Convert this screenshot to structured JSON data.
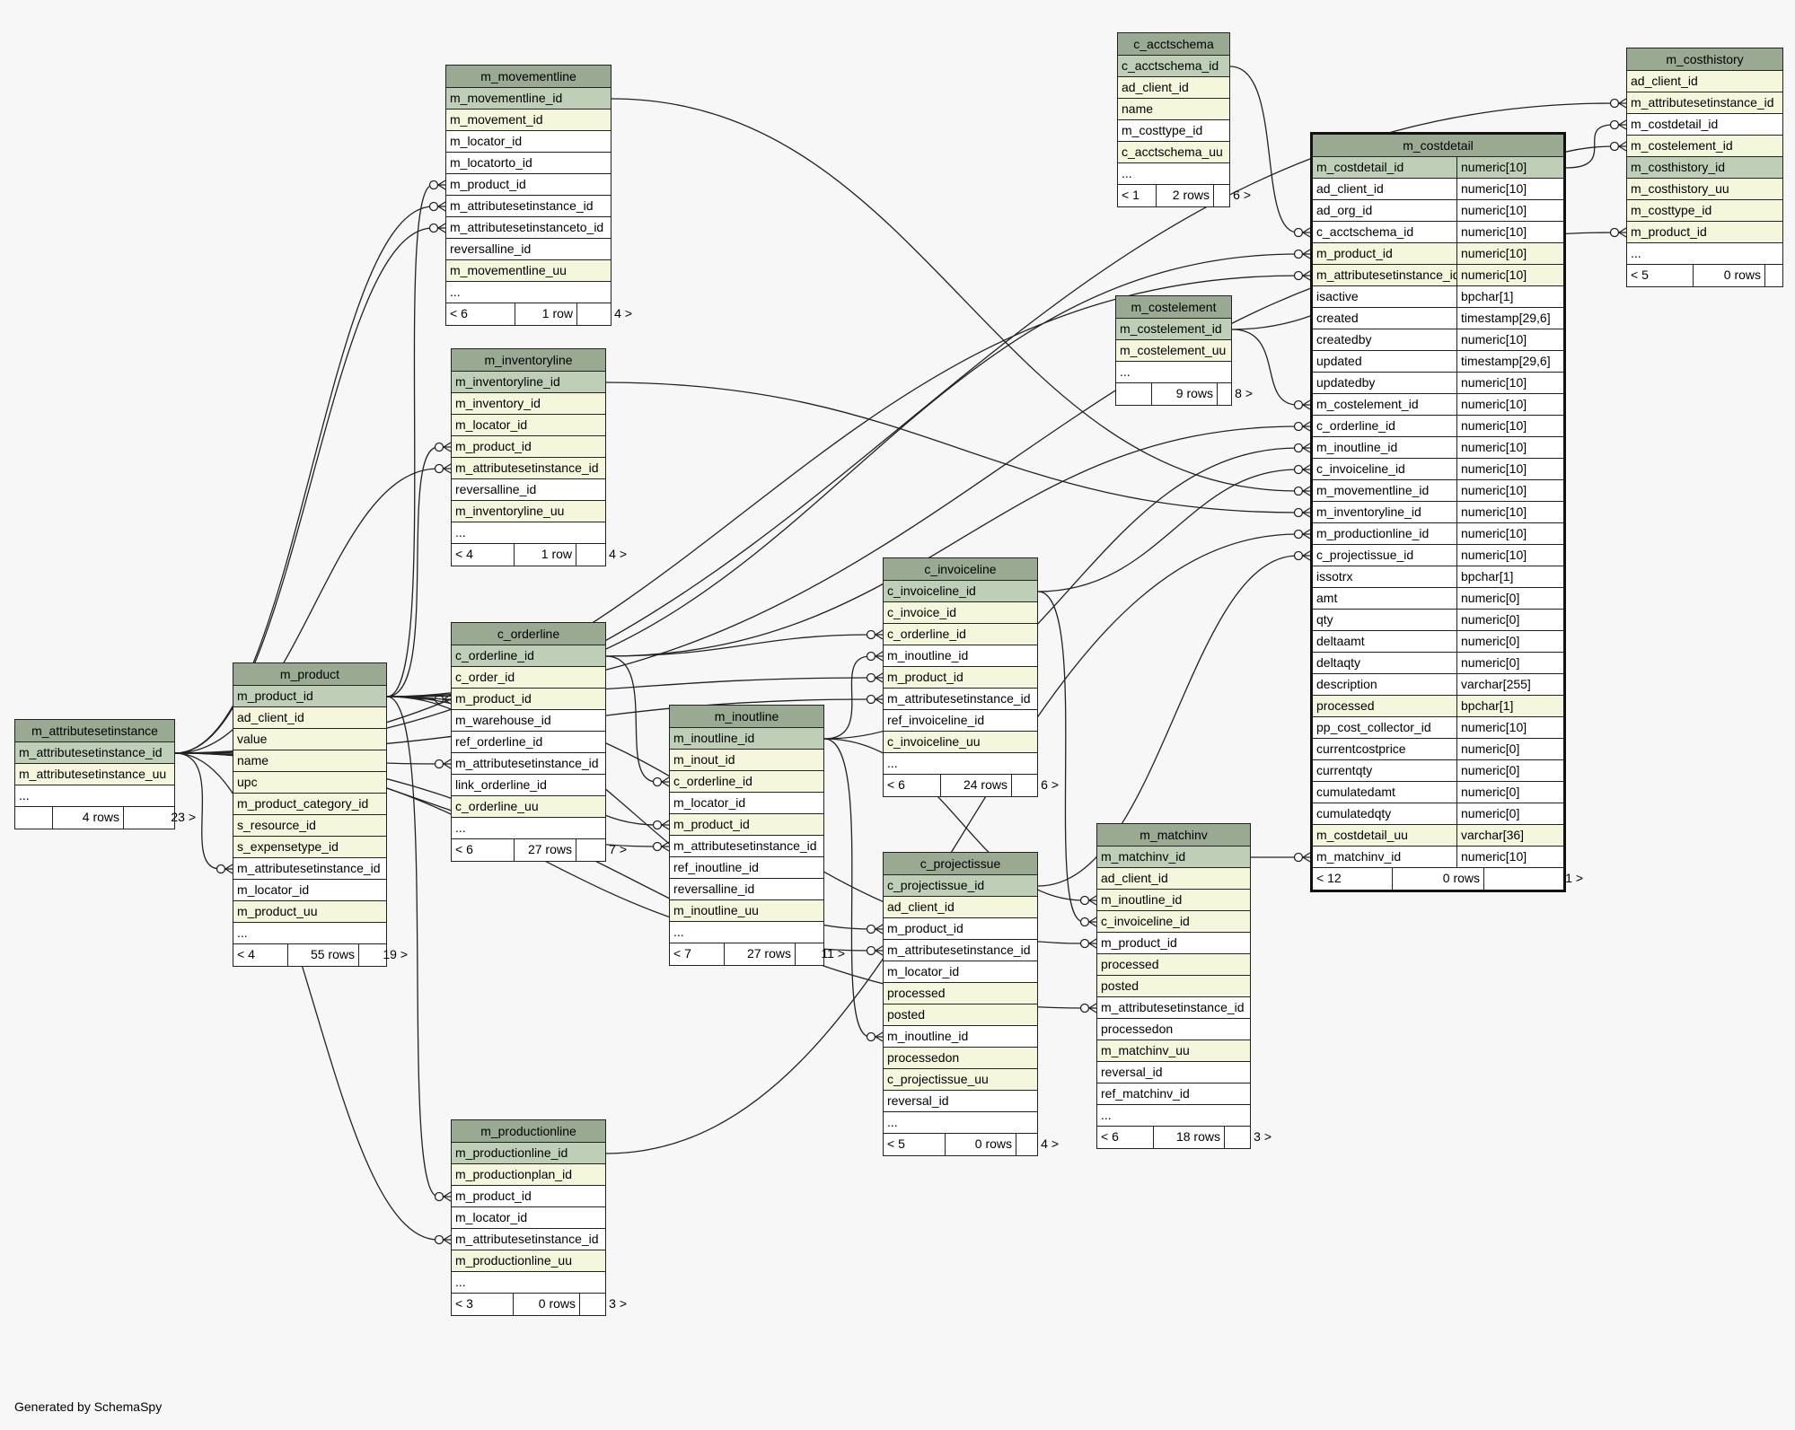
{
  "credit": "Generated by SchemaSpy",
  "tables": [
    {
      "id": "m_attributesetinstance",
      "title": "m_attributesetinstance",
      "rows": [
        {
          "name": "m_attributesetinstance_id",
          "kind": "pk"
        },
        {
          "name": "m_attributesetinstance_uu",
          "kind": "fk"
        },
        {
          "name": "...",
          "kind": "more"
        }
      ],
      "footer": [
        "",
        "4 rows",
        "23 >"
      ]
    },
    {
      "id": "m_product",
      "title": "m_product",
      "rows": [
        {
          "name": "m_product_id",
          "kind": "pk"
        },
        {
          "name": "ad_client_id",
          "kind": "fk"
        },
        {
          "name": "value",
          "kind": "fk"
        },
        {
          "name": "name",
          "kind": "fk"
        },
        {
          "name": "upc",
          "kind": "fk"
        },
        {
          "name": "m_product_category_id",
          "kind": "fk"
        },
        {
          "name": "s_resource_id",
          "kind": "fk"
        },
        {
          "name": "s_expensetype_id",
          "kind": "fk"
        },
        {
          "name": "m_attributesetinstance_id",
          "kind": "pl"
        },
        {
          "name": "m_locator_id",
          "kind": "pl"
        },
        {
          "name": "m_product_uu",
          "kind": "fk"
        },
        {
          "name": "...",
          "kind": "more"
        }
      ],
      "footer": [
        "< 4",
        "55 rows",
        "19 >"
      ]
    },
    {
      "id": "m_movementline",
      "title": "m_movementline",
      "rows": [
        {
          "name": "m_movementline_id",
          "kind": "pk"
        },
        {
          "name": "m_movement_id",
          "kind": "fk"
        },
        {
          "name": "m_locator_id",
          "kind": "pl"
        },
        {
          "name": "m_locatorto_id",
          "kind": "pl"
        },
        {
          "name": "m_product_id",
          "kind": "pl"
        },
        {
          "name": "m_attributesetinstance_id",
          "kind": "pl"
        },
        {
          "name": "m_attributesetinstanceto_id",
          "kind": "pl"
        },
        {
          "name": "reversalline_id",
          "kind": "pl"
        },
        {
          "name": "m_movementline_uu",
          "kind": "fk"
        },
        {
          "name": "...",
          "kind": "more"
        }
      ],
      "footer": [
        "< 6",
        "1 row",
        "4 >"
      ]
    },
    {
      "id": "m_inventoryline",
      "title": "m_inventoryline",
      "rows": [
        {
          "name": "m_inventoryline_id",
          "kind": "pk"
        },
        {
          "name": "m_inventory_id",
          "kind": "fk"
        },
        {
          "name": "m_locator_id",
          "kind": "fk"
        },
        {
          "name": "m_product_id",
          "kind": "fk"
        },
        {
          "name": "m_attributesetinstance_id",
          "kind": "fk"
        },
        {
          "name": "reversalline_id",
          "kind": "pl"
        },
        {
          "name": "m_inventoryline_uu",
          "kind": "fk"
        },
        {
          "name": "...",
          "kind": "more"
        }
      ],
      "footer": [
        "< 4",
        "1 row",
        "4 >"
      ]
    },
    {
      "id": "c_orderline",
      "title": "c_orderline",
      "rows": [
        {
          "name": "c_orderline_id",
          "kind": "pk"
        },
        {
          "name": "c_order_id",
          "kind": "fk"
        },
        {
          "name": "m_product_id",
          "kind": "fk"
        },
        {
          "name": "m_warehouse_id",
          "kind": "pl"
        },
        {
          "name": "ref_orderline_id",
          "kind": "pl"
        },
        {
          "name": "m_attributesetinstance_id",
          "kind": "pl"
        },
        {
          "name": "link_orderline_id",
          "kind": "pl"
        },
        {
          "name": "c_orderline_uu",
          "kind": "fk"
        },
        {
          "name": "...",
          "kind": "more"
        }
      ],
      "footer": [
        "< 6",
        "27 rows",
        "7 >"
      ]
    },
    {
      "id": "m_productionline",
      "title": "m_productionline",
      "rows": [
        {
          "name": "m_productionline_id",
          "kind": "pk"
        },
        {
          "name": "m_productionplan_id",
          "kind": "fk"
        },
        {
          "name": "m_product_id",
          "kind": "pl"
        },
        {
          "name": "m_locator_id",
          "kind": "pl"
        },
        {
          "name": "m_attributesetinstance_id",
          "kind": "pl"
        },
        {
          "name": "m_productionline_uu",
          "kind": "fk"
        },
        {
          "name": "...",
          "kind": "more"
        }
      ],
      "footer": [
        "< 3",
        "0 rows",
        "3 >"
      ]
    },
    {
      "id": "m_inoutline",
      "title": "m_inoutline",
      "rows": [
        {
          "name": "m_inoutline_id",
          "kind": "pk"
        },
        {
          "name": "m_inout_id",
          "kind": "fk"
        },
        {
          "name": "c_orderline_id",
          "kind": "fk"
        },
        {
          "name": "m_locator_id",
          "kind": "pl"
        },
        {
          "name": "m_product_id",
          "kind": "fk"
        },
        {
          "name": "m_attributesetinstance_id",
          "kind": "pl"
        },
        {
          "name": "ref_inoutline_id",
          "kind": "pl"
        },
        {
          "name": "reversalline_id",
          "kind": "pl"
        },
        {
          "name": "m_inoutline_uu",
          "kind": "fk"
        },
        {
          "name": "...",
          "kind": "more"
        }
      ],
      "footer": [
        "< 7",
        "27 rows",
        "11 >"
      ]
    },
    {
      "id": "c_invoiceline",
      "title": "c_invoiceline",
      "rows": [
        {
          "name": "c_invoiceline_id",
          "kind": "pk"
        },
        {
          "name": "c_invoice_id",
          "kind": "fk"
        },
        {
          "name": "c_orderline_id",
          "kind": "fk"
        },
        {
          "name": "m_inoutline_id",
          "kind": "pl"
        },
        {
          "name": "m_product_id",
          "kind": "fk"
        },
        {
          "name": "m_attributesetinstance_id",
          "kind": "pl"
        },
        {
          "name": "ref_invoiceline_id",
          "kind": "pl"
        },
        {
          "name": "c_invoiceline_uu",
          "kind": "fk"
        },
        {
          "name": "...",
          "kind": "more"
        }
      ],
      "footer": [
        "< 6",
        "24 rows",
        "6 >"
      ]
    },
    {
      "id": "c_projectissue",
      "title": "c_projectissue",
      "rows": [
        {
          "name": "c_projectissue_id",
          "kind": "pk"
        },
        {
          "name": "ad_client_id",
          "kind": "fk"
        },
        {
          "name": "m_product_id",
          "kind": "pl"
        },
        {
          "name": "m_attributesetinstance_id",
          "kind": "pl"
        },
        {
          "name": "m_locator_id",
          "kind": "pl"
        },
        {
          "name": "processed",
          "kind": "fk"
        },
        {
          "name": "posted",
          "kind": "fk"
        },
        {
          "name": "m_inoutline_id",
          "kind": "pl"
        },
        {
          "name": "processedon",
          "kind": "fk"
        },
        {
          "name": "c_projectissue_uu",
          "kind": "fk"
        },
        {
          "name": "reversal_id",
          "kind": "pl"
        },
        {
          "name": "...",
          "kind": "more"
        }
      ],
      "footer": [
        "< 5",
        "0 rows",
        "4 >"
      ]
    },
    {
      "id": "c_acctschema",
      "title": "c_acctschema",
      "rows": [
        {
          "name": "c_acctschema_id",
          "kind": "pk"
        },
        {
          "name": "ad_client_id",
          "kind": "fk"
        },
        {
          "name": "name",
          "kind": "fk"
        },
        {
          "name": "m_costtype_id",
          "kind": "pl"
        },
        {
          "name": "c_acctschema_uu",
          "kind": "fk"
        },
        {
          "name": "...",
          "kind": "more"
        }
      ],
      "footer": [
        "< 1",
        "2 rows",
        "6 >"
      ]
    },
    {
      "id": "m_costelement",
      "title": "m_costelement",
      "rows": [
        {
          "name": "m_costelement_id",
          "kind": "pk"
        },
        {
          "name": "m_costelement_uu",
          "kind": "fk"
        },
        {
          "name": "...",
          "kind": "more"
        }
      ],
      "footer": [
        "",
        "9 rows",
        "8 >"
      ]
    },
    {
      "id": "m_matchinv",
      "title": "m_matchinv",
      "rows": [
        {
          "name": "m_matchinv_id",
          "kind": "pk"
        },
        {
          "name": "ad_client_id",
          "kind": "fk"
        },
        {
          "name": "m_inoutline_id",
          "kind": "fk"
        },
        {
          "name": "c_invoiceline_id",
          "kind": "fk"
        },
        {
          "name": "m_product_id",
          "kind": "pl"
        },
        {
          "name": "processed",
          "kind": "fk"
        },
        {
          "name": "posted",
          "kind": "fk"
        },
        {
          "name": "m_attributesetinstance_id",
          "kind": "pl"
        },
        {
          "name": "processedon",
          "kind": "pl"
        },
        {
          "name": "m_matchinv_uu",
          "kind": "fk"
        },
        {
          "name": "reversal_id",
          "kind": "pl"
        },
        {
          "name": "ref_matchinv_id",
          "kind": "pl"
        },
        {
          "name": "...",
          "kind": "more"
        }
      ],
      "footer": [
        "< 6",
        "18 rows",
        "3 >"
      ]
    },
    {
      "id": "m_costdetail",
      "title": "m_costdetail",
      "main": true,
      "rows": [
        {
          "name": "m_costdetail_id",
          "type": "numeric[10]",
          "kind": "pk"
        },
        {
          "name": "ad_client_id",
          "type": "numeric[10]",
          "kind": "pl"
        },
        {
          "name": "ad_org_id",
          "type": "numeric[10]",
          "kind": "pl"
        },
        {
          "name": "c_acctschema_id",
          "type": "numeric[10]",
          "kind": "pl"
        },
        {
          "name": "m_product_id",
          "type": "numeric[10]",
          "kind": "fk"
        },
        {
          "name": "m_attributesetinstance_id",
          "type": "numeric[10]",
          "kind": "fk"
        },
        {
          "name": "isactive",
          "type": "bpchar[1]",
          "kind": "pl"
        },
        {
          "name": "created",
          "type": "timestamp[29,6]",
          "kind": "pl"
        },
        {
          "name": "createdby",
          "type": "numeric[10]",
          "kind": "pl"
        },
        {
          "name": "updated",
          "type": "timestamp[29,6]",
          "kind": "pl"
        },
        {
          "name": "updatedby",
          "type": "numeric[10]",
          "kind": "pl"
        },
        {
          "name": "m_costelement_id",
          "type": "numeric[10]",
          "kind": "pl"
        },
        {
          "name": "c_orderline_id",
          "type": "numeric[10]",
          "kind": "pl"
        },
        {
          "name": "m_inoutline_id",
          "type": "numeric[10]",
          "kind": "pl"
        },
        {
          "name": "c_invoiceline_id",
          "type": "numeric[10]",
          "kind": "pl"
        },
        {
          "name": "m_movementline_id",
          "type": "numeric[10]",
          "kind": "pl"
        },
        {
          "name": "m_inventoryline_id",
          "type": "numeric[10]",
          "kind": "pl"
        },
        {
          "name": "m_productionline_id",
          "type": "numeric[10]",
          "kind": "pl"
        },
        {
          "name": "c_projectissue_id",
          "type": "numeric[10]",
          "kind": "pl"
        },
        {
          "name": "issotrx",
          "type": "bpchar[1]",
          "kind": "pl"
        },
        {
          "name": "amt",
          "type": "numeric[0]",
          "kind": "pl"
        },
        {
          "name": "qty",
          "type": "numeric[0]",
          "kind": "pl"
        },
        {
          "name": "deltaamt",
          "type": "numeric[0]",
          "kind": "pl"
        },
        {
          "name": "deltaqty",
          "type": "numeric[0]",
          "kind": "pl"
        },
        {
          "name": "description",
          "type": "varchar[255]",
          "kind": "pl"
        },
        {
          "name": "processed",
          "type": "bpchar[1]",
          "kind": "fk"
        },
        {
          "name": "pp_cost_collector_id",
          "type": "numeric[10]",
          "kind": "pl"
        },
        {
          "name": "currentcostprice",
          "type": "numeric[0]",
          "kind": "pl"
        },
        {
          "name": "currentqty",
          "type": "numeric[0]",
          "kind": "pl"
        },
        {
          "name": "cumulatedamt",
          "type": "numeric[0]",
          "kind": "pl"
        },
        {
          "name": "cumulatedqty",
          "type": "numeric[0]",
          "kind": "pl"
        },
        {
          "name": "m_costdetail_uu",
          "type": "varchar[36]",
          "kind": "fk"
        },
        {
          "name": "m_matchinv_id",
          "type": "numeric[10]",
          "kind": "pl"
        }
      ],
      "footer": [
        "< 12",
        "0 rows",
        "1 >"
      ]
    },
    {
      "id": "m_costhistory",
      "title": "m_costhistory",
      "rows": [
        {
          "name": "ad_client_id",
          "kind": "fk"
        },
        {
          "name": "m_attributesetinstance_id",
          "kind": "fk"
        },
        {
          "name": "m_costdetail_id",
          "kind": "pl"
        },
        {
          "name": "m_costelement_id",
          "kind": "fk"
        },
        {
          "name": "m_costhistory_id",
          "kind": "pk"
        },
        {
          "name": "m_costhistory_uu",
          "kind": "fk"
        },
        {
          "name": "m_costtype_id",
          "kind": "fk"
        },
        {
          "name": "m_product_id",
          "kind": "fk"
        },
        {
          "name": "...",
          "kind": "more"
        }
      ],
      "footer": [
        "< 5",
        "0 rows",
        ""
      ]
    }
  ],
  "relations": [
    [
      "m_costdetail",
      "c_acctschema_id",
      "c_acctschema",
      "c_acctschema_id"
    ],
    [
      "m_costdetail",
      "m_product_id",
      "m_product",
      "m_product_id"
    ],
    [
      "m_costdetail",
      "m_attributesetinstance_id",
      "m_attributesetinstance",
      "m_attributesetinstance_id"
    ],
    [
      "m_costdetail",
      "m_costelement_id",
      "m_costelement",
      "m_costelement_id"
    ],
    [
      "m_costdetail",
      "c_orderline_id",
      "c_orderline",
      "c_orderline_id"
    ],
    [
      "m_costdetail",
      "m_inoutline_id",
      "m_inoutline",
      "m_inoutline_id"
    ],
    [
      "m_costdetail",
      "c_invoiceline_id",
      "c_invoiceline",
      "c_invoiceline_id"
    ],
    [
      "m_costdetail",
      "m_movementline_id",
      "m_movementline",
      "m_movementline_id"
    ],
    [
      "m_costdetail",
      "m_inventoryline_id",
      "m_inventoryline",
      "m_inventoryline_id"
    ],
    [
      "m_costdetail",
      "m_productionline_id",
      "m_productionline",
      "m_productionline_id"
    ],
    [
      "m_costdetail",
      "c_projectissue_id",
      "c_projectissue",
      "c_projectissue_id"
    ],
    [
      "m_costdetail",
      "m_matchinv_id",
      "m_matchinv",
      "m_matchinv_id"
    ],
    [
      "m_costhistory",
      "m_attributesetinstance_id",
      "m_attributesetinstance",
      "m_attributesetinstance_id"
    ],
    [
      "m_costhistory",
      "m_costdetail_id",
      "m_costdetail",
      "m_costdetail_id"
    ],
    [
      "m_costhistory",
      "m_costelement_id",
      "m_costelement",
      "m_costelement_id"
    ],
    [
      "m_costhistory",
      "m_product_id",
      "m_product",
      "m_product_id"
    ],
    [
      "m_product",
      "m_attributesetinstance_id",
      "m_attributesetinstance",
      "m_attributesetinstance_id"
    ],
    [
      "m_movementline",
      "m_product_id",
      "m_product",
      "m_product_id"
    ],
    [
      "m_movementline",
      "m_attributesetinstance_id",
      "m_attributesetinstance",
      "m_attributesetinstance_id"
    ],
    [
      "m_movementline",
      "m_attributesetinstanceto_id",
      "m_attributesetinstance",
      "m_attributesetinstance_id"
    ],
    [
      "m_inventoryline",
      "m_product_id",
      "m_product",
      "m_product_id"
    ],
    [
      "m_inventoryline",
      "m_attributesetinstance_id",
      "m_attributesetinstance",
      "m_attributesetinstance_id"
    ],
    [
      "c_orderline",
      "m_product_id",
      "m_product",
      "m_product_id"
    ],
    [
      "c_orderline",
      "m_attributesetinstance_id",
      "m_attributesetinstance",
      "m_attributesetinstance_id"
    ],
    [
      "m_productionline",
      "m_product_id",
      "m_product",
      "m_product_id"
    ],
    [
      "m_productionline",
      "m_attributesetinstance_id",
      "m_attributesetinstance",
      "m_attributesetinstance_id"
    ],
    [
      "m_inoutline",
      "c_orderline_id",
      "c_orderline",
      "c_orderline_id"
    ],
    [
      "m_inoutline",
      "m_product_id",
      "m_product",
      "m_product_id"
    ],
    [
      "m_inoutline",
      "m_attributesetinstance_id",
      "m_attributesetinstance",
      "m_attributesetinstance_id"
    ],
    [
      "c_invoiceline",
      "c_orderline_id",
      "c_orderline",
      "c_orderline_id"
    ],
    [
      "c_invoiceline",
      "m_inoutline_id",
      "m_inoutline",
      "m_inoutline_id"
    ],
    [
      "c_invoiceline",
      "m_product_id",
      "m_product",
      "m_product_id"
    ],
    [
      "c_invoiceline",
      "m_attributesetinstance_id",
      "m_attributesetinstance",
      "m_attributesetinstance_id"
    ],
    [
      "c_projectissue",
      "m_product_id",
      "m_product",
      "m_product_id"
    ],
    [
      "c_projectissue",
      "m_attributesetinstance_id",
      "m_attributesetinstance",
      "m_attributesetinstance_id"
    ],
    [
      "c_projectissue",
      "m_inoutline_id",
      "m_inoutline",
      "m_inoutline_id"
    ],
    [
      "m_matchinv",
      "m_inoutline_id",
      "m_inoutline",
      "m_inoutline_id"
    ],
    [
      "m_matchinv",
      "c_invoiceline_id",
      "c_invoiceline",
      "c_invoiceline_id"
    ],
    [
      "m_matchinv",
      "m_product_id",
      "m_product",
      "m_product_id"
    ],
    [
      "m_matchinv",
      "m_attributesetinstance_id",
      "m_attributesetinstance",
      "m_attributesetinstance_id"
    ]
  ]
}
